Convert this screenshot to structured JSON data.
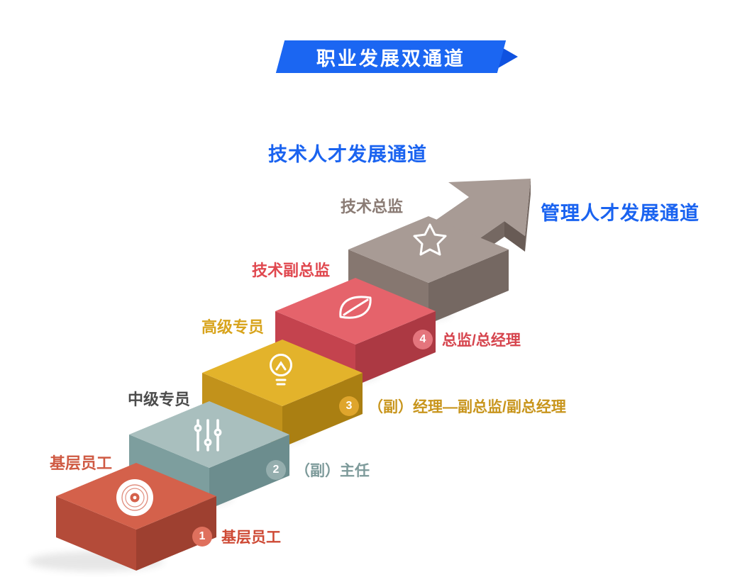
{
  "banner": {
    "title": "职业发展双通道"
  },
  "channels": {
    "technical": "技术人才发展通道",
    "management": "管理人才发展通道"
  },
  "technical_levels": [
    {
      "text": "基层员工"
    },
    {
      "text": "中级专员"
    },
    {
      "text": "高级专员"
    },
    {
      "text": "技术副总监"
    },
    {
      "text": "技术总监"
    }
  ],
  "management_levels": [
    {
      "num": "1",
      "text": "基层员工"
    },
    {
      "num": "2",
      "text": "（副）主任"
    },
    {
      "num": "3",
      "text": "（副）经理—副总监/副总经理"
    },
    {
      "num": "4",
      "text": "总监/总经理"
    }
  ],
  "icons": [
    "vinyl-disc-icon",
    "sliders-icon",
    "lightbulb-icon",
    "leaf-icon",
    "star-icon",
    "up-arrow-graphic"
  ],
  "colors": {
    "accent_blue": "#1b66f2",
    "step1_red": "#d4614b",
    "step2_teal": "#a9bfbe",
    "step3_gold": "#e3b32b",
    "step4_rose": "#e5636b",
    "step5_taupe": "#a89b95"
  }
}
